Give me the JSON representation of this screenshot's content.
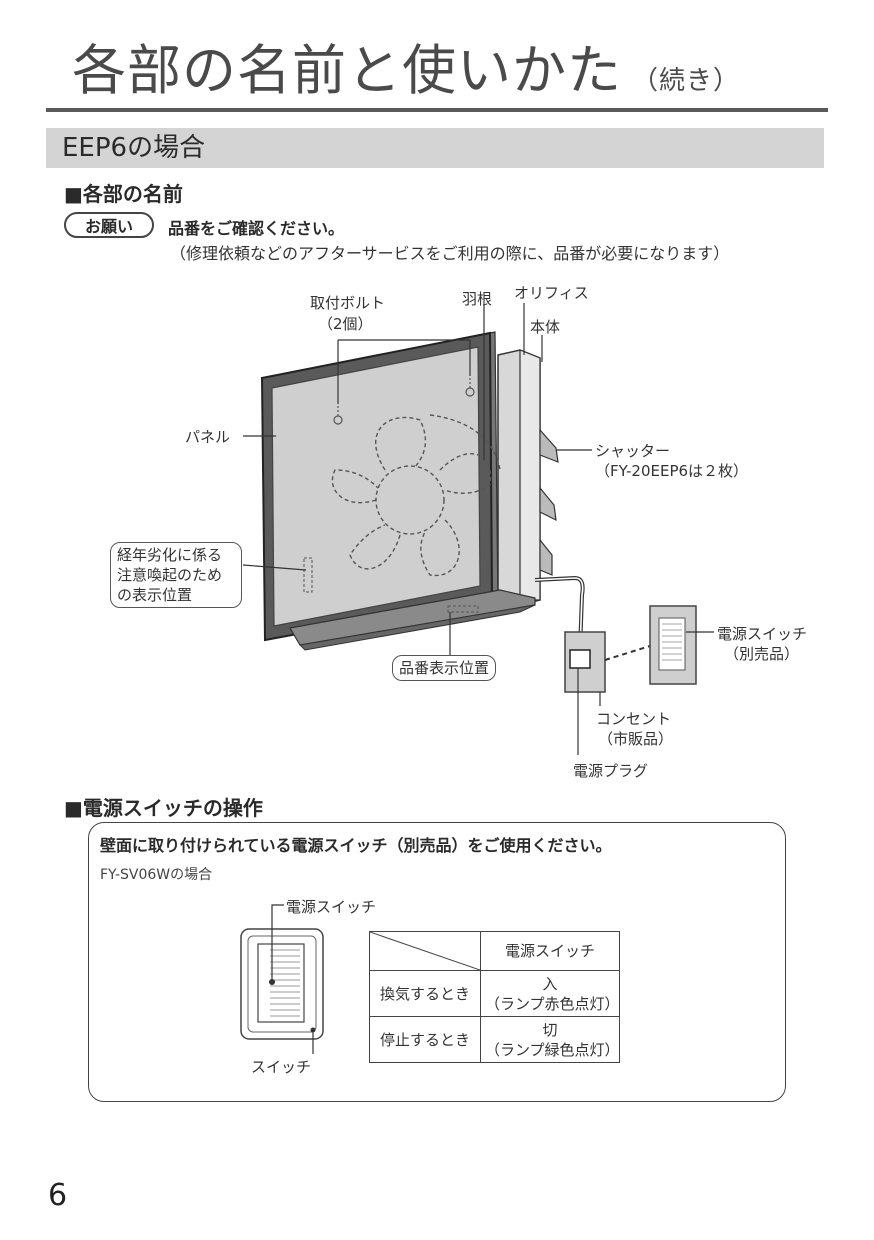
{
  "title": {
    "main": "各部の名前と使いかた",
    "suffix": "（続き）"
  },
  "section": {
    "heading": "EEP6の場合"
  },
  "parts": {
    "heading": "■各部の名前",
    "badge": "お願い",
    "note": "品番をご確認ください。",
    "note_sub": "（修理依頼などのアフターサービスをご利用の際に、品番が必要になります）",
    "labels": {
      "bolt": "取付ボルト",
      "bolt_count": "（2個）",
      "blade": "羽根",
      "orifice": "オリフィス",
      "body": "本体",
      "panel": "パネル",
      "shutter": "シャッター",
      "shutter_note": "（FY-20EEP6は２枚）",
      "aging": "経年劣化に係る注意喚起のための表示位置",
      "model_loc": "品番表示位置",
      "power_switch": "電源スイッチ",
      "power_switch_note": "（別売品）",
      "outlet": "コンセント",
      "outlet_note": "（市販品）",
      "plug": "電源プラグ"
    }
  },
  "operation": {
    "heading": "■電源スイッチの操作",
    "instruction": "壁面に取り付けられている電源スイッチ（別売品）をご使用ください。",
    "model_case": "FY-SV06Wの場合",
    "switch_label_top": "電源スイッチ",
    "switch_label_bottom": "スイッチ",
    "table": {
      "header": "電源スイッチ",
      "rows": [
        {
          "label": "換気するとき",
          "state": "入",
          "detail": "（ランプ赤色点灯）"
        },
        {
          "label": "停止するとき",
          "state": "切",
          "detail": "（ランプ緑色点灯）"
        }
      ]
    }
  },
  "page_number": "6"
}
